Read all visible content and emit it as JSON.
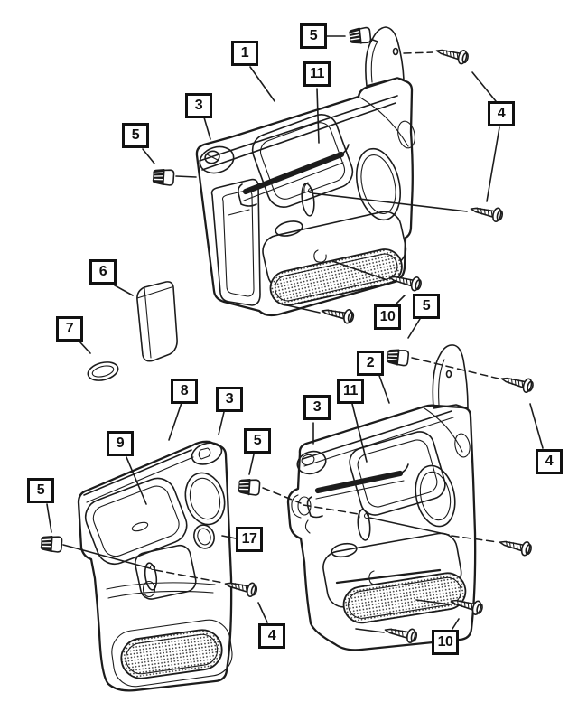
{
  "diagram": {
    "type": "exploded-parts-diagram",
    "subject": "door-trim-panels-front-and-rear",
    "background": "#ffffff",
    "line_color": "#1c1c1c"
  },
  "colors": {
    "callout_border": "#111111",
    "callout_background": "#ffffff",
    "callout_text": "#111111"
  },
  "icons": {
    "clip": "retainer-clip-icon",
    "screw": "screw-icon",
    "ring": "oval-ring-icon"
  },
  "callouts": {
    "c1": {
      "label": "1"
    },
    "c2": {
      "label": "5"
    },
    "c3": {
      "label": "11"
    },
    "c4": {
      "label": "3"
    },
    "c5": {
      "label": "5"
    },
    "c6": {
      "label": "4"
    },
    "c7": {
      "label": "6"
    },
    "c8": {
      "label": "7"
    },
    "c9": {
      "label": "10"
    },
    "c10": {
      "label": "5"
    },
    "c11": {
      "label": "2"
    },
    "c12": {
      "label": "8"
    },
    "c13": {
      "label": "3"
    },
    "c14": {
      "label": "9"
    },
    "c15": {
      "label": "5"
    },
    "c16": {
      "label": "5"
    },
    "c17": {
      "label": "17"
    },
    "c18": {
      "label": "3"
    },
    "c19": {
      "label": "11"
    },
    "c20": {
      "label": "4"
    },
    "c21": {
      "label": "4"
    },
    "c22": {
      "label": "10"
    }
  }
}
